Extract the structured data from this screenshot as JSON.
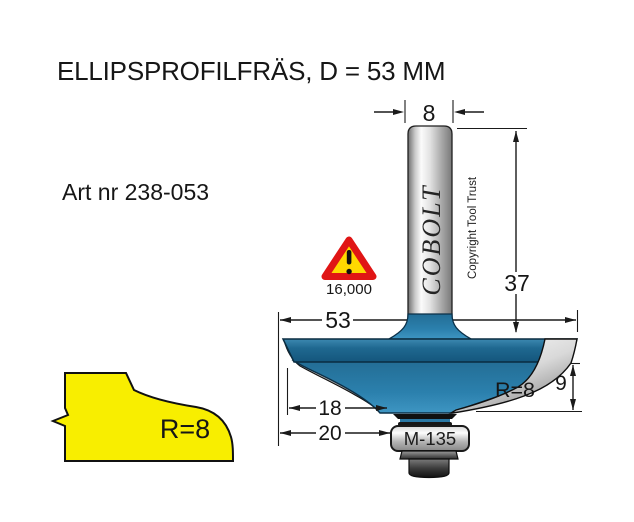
{
  "header": {
    "title": "ELLIPSPROFILFRÄS, D = 53 MM",
    "art_nr": "Art nr 238-053"
  },
  "warning": {
    "max_rpm": "16,000"
  },
  "shank": {
    "brand": "COBOLT",
    "copyright": "Copyright Tool Trust"
  },
  "dimensions": {
    "shank_diameter": "8",
    "shank_length": "37",
    "cutting_diameter": "53",
    "inner_width": "18",
    "bottom_width": "20",
    "cutting_depth": "9"
  },
  "cutter": {
    "radius_label": "R=8"
  },
  "bearing": {
    "label": "M-135"
  },
  "profile": {
    "radius_label": "R=8"
  },
  "colors": {
    "cutter_blue_dark": "#175a80",
    "cutter_blue_mid": "#2b80ad",
    "cutter_blue_light": "#3e95c2",
    "profile_yellow": "#f8ee00",
    "warning_red": "#e01515",
    "warning_yellow": "#ffd800",
    "line_black": "#1a1a1a",
    "steel_light": "#f5f5f5",
    "steel_dark": "#7d7d7d"
  }
}
